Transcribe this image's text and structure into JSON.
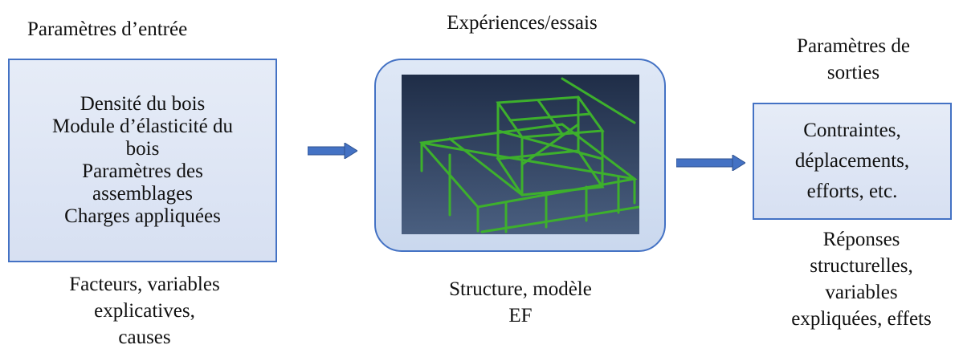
{
  "left": {
    "title": "Paramètres d’entrée",
    "box_lines": [
      "Densité du bois",
      "Module d’élasticité du",
      "bois",
      "Paramètres des",
      "assemblages",
      "Charges appliquées"
    ],
    "caption_lines": [
      "Facteurs, variables",
      "explicatives,",
      "causes"
    ]
  },
  "center": {
    "title": "Expériences/essais",
    "caption_lines": [
      "Structure, modèle",
      "EF"
    ]
  },
  "right": {
    "title_lines": [
      "Paramètres de",
      "sorties"
    ],
    "box_lines": [
      "Contraintes,",
      "déplacements,",
      "efforts, etc."
    ],
    "caption_lines": [
      "Réponses",
      "structurelles,",
      "variables",
      "expliquées, effets"
    ]
  },
  "colors": {
    "box_fill": "#dae3f3",
    "box_border": "#4472c4",
    "arrow": "#4472c4",
    "model_background": "#2b3c57",
    "model_structure": "#3db02c"
  }
}
